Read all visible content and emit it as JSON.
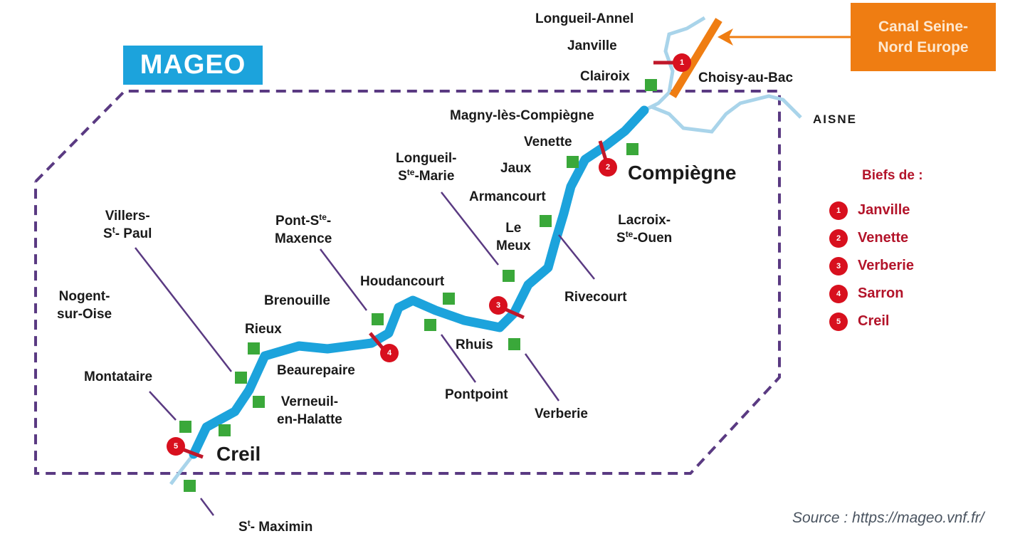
{
  "title": "MAGEO",
  "canal": {
    "line1": "Canal Seine-",
    "line2": "Nord Europe"
  },
  "river": "AISNE",
  "legend": {
    "title": "Biefs de :",
    "items": [
      {
        "n": "1",
        "label": "Janville"
      },
      {
        "n": "2",
        "label": "Venette"
      },
      {
        "n": "3",
        "label": "Verberie"
      },
      {
        "n": "4",
        "label": "Sarron"
      },
      {
        "n": "5",
        "label": "Creil"
      }
    ]
  },
  "towns": {
    "longueil_annel": "Longueil-Annel",
    "janville": "Janville",
    "clairoix": "Clairoix",
    "choisy": "Choisy-au-Bac",
    "magny": "Magny-lès-Compiègne",
    "venette": "Venette",
    "jaux": "Jaux",
    "compiegne": "Compiègne",
    "longueil_ste_marie_1": "Longueil-",
    "longueil_ste_marie_2a": "S",
    "longueil_ste_marie_2b": "te",
    "longueil_ste_marie_2c": "-Marie",
    "armancourt": "Armancourt",
    "le_meux_1": "Le",
    "le_meux_2": "Meux",
    "lacroix_1": "Lacroix-",
    "lacroix_2a": "S",
    "lacroix_2b": "te",
    "lacroix_2c": "-Ouen",
    "rivecourt": "Rivecourt",
    "villers_1": "Villers-",
    "villers_2a": "S",
    "villers_2b": "t",
    "villers_2c": "- Paul",
    "pont_1a": "Pont-S",
    "pont_1b": "te",
    "pont_1c": "-",
    "pont_2": "Maxence",
    "houdancourt": "Houdancourt",
    "brenouille": "Brenouille",
    "nogent_1": "Nogent-",
    "nogent_2": "sur-Oise",
    "rieux": "Rieux",
    "beaurepaire": "Beaurepaire",
    "rhuis": "Rhuis",
    "verneuil_1": "Verneuil-",
    "verneuil_2": "en-Halatte",
    "montataire": "Montataire",
    "pontpoint": "Pontpoint",
    "verberie": "Verberie",
    "creil": "Creil",
    "maximin_a": "S",
    "maximin_b": "t",
    "maximin_c": "- Maximin"
  },
  "markers": [
    "1",
    "2",
    "3",
    "4",
    "5"
  ],
  "source": "Source : https://mageo.vnf.fr/",
  "colors": {
    "river": "#1ca3dc",
    "thin_river": "#a9d4ea",
    "canal": "#ef7d12",
    "marker": "#d8101e",
    "square": "#3aa83a",
    "border": "#5a3a82"
  }
}
